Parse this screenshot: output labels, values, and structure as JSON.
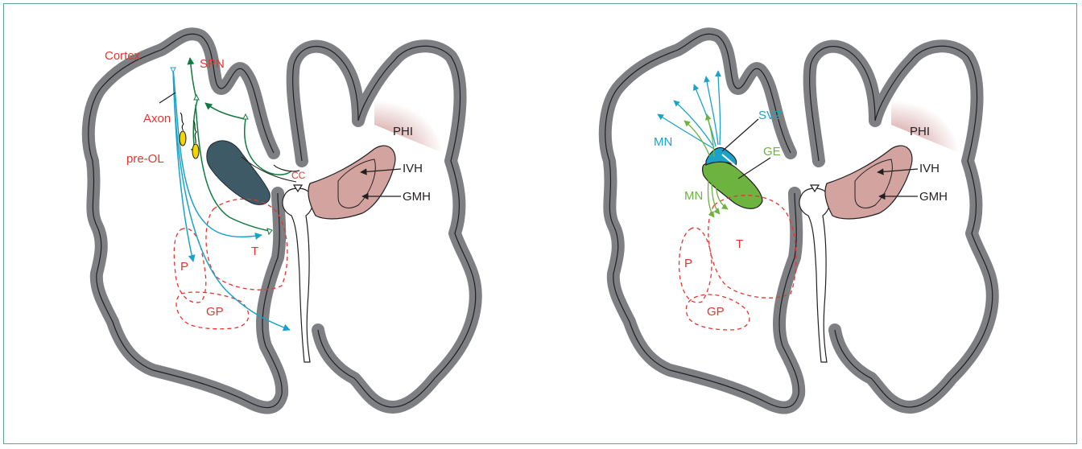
{
  "left_panel": {
    "labels": {
      "cortex": "Cortex",
      "spn": "SPN",
      "axon": "Axon",
      "pre_ol": "pre-OL",
      "cc": "CC",
      "phi": "PHI",
      "ivh": "IVH",
      "gmh": "GMH",
      "t": "T",
      "p": "P",
      "gp": "GP"
    }
  },
  "right_panel": {
    "labels": {
      "svz": "SVZ",
      "mn_blue": "MN",
      "ge": "GE",
      "mn_green": "MN",
      "phi": "PHI",
      "ivh": "IVH",
      "gmh": "GMH",
      "t": "T",
      "p": "P",
      "gp": "GP"
    }
  },
  "colors": {
    "cortex_gray": "#7d7f82",
    "label_red": "#e53531",
    "axon_blue": "#1ba2c9",
    "spn_green": "#0f7a3d",
    "ge_green": "#6cb33f",
    "ventricle_slate": "#3e5a66",
    "hemorrhage_pink": "#d3a3a0",
    "frame_border": "#5aa58f"
  }
}
